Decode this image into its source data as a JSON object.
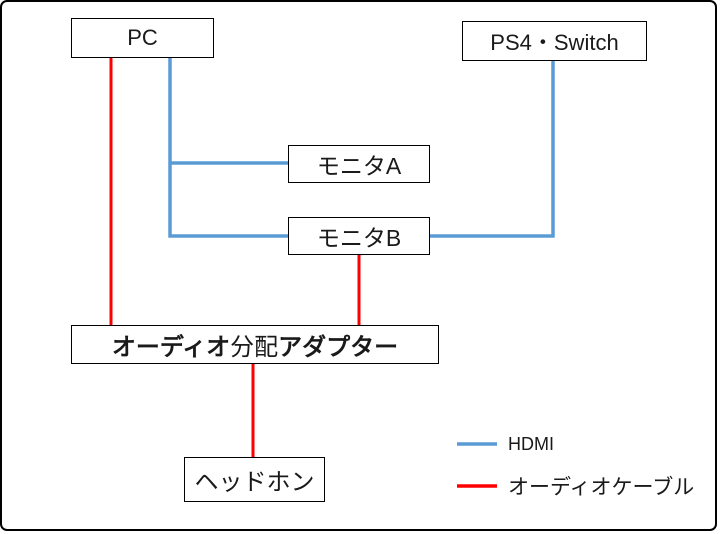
{
  "diagram": {
    "nodes": {
      "pc": {
        "label": "PC"
      },
      "game_console": {
        "label": "PS4・Switch"
      },
      "monitor_a": {
        "label": "モニタA"
      },
      "monitor_b": {
        "label": "モニタB"
      },
      "audio_splitter": {
        "label": "オーディオ分配アダプター",
        "part1": "オーディオ",
        "part2": "分配",
        "part3": "アダプター"
      },
      "headphones": {
        "label": "ヘッドホン"
      }
    },
    "connections": [
      {
        "from": "PC",
        "to": "モニタA",
        "cable": "HDMI"
      },
      {
        "from": "PC",
        "to": "モニタB",
        "cable": "HDMI"
      },
      {
        "from": "PS4・Switch",
        "to": "モニタB",
        "cable": "HDMI"
      },
      {
        "from": "PC",
        "to": "オーディオ分配アダプター",
        "cable": "オーディオケーブル"
      },
      {
        "from": "モニタB",
        "to": "オーディオ分配アダプター",
        "cable": "オーディオケーブル"
      },
      {
        "from": "オーディオ分配アダプター",
        "to": "ヘッドホン",
        "cable": "オーディオケーブル"
      }
    ],
    "legend": {
      "items": [
        {
          "label": "HDMI",
          "color": "#5B9BD5"
        },
        {
          "label": "オーディオケーブル",
          "color": "#FF0000"
        }
      ]
    },
    "colors": {
      "hdmi_blue": "#5B9BD5",
      "audio_red": "#FF0000"
    }
  }
}
